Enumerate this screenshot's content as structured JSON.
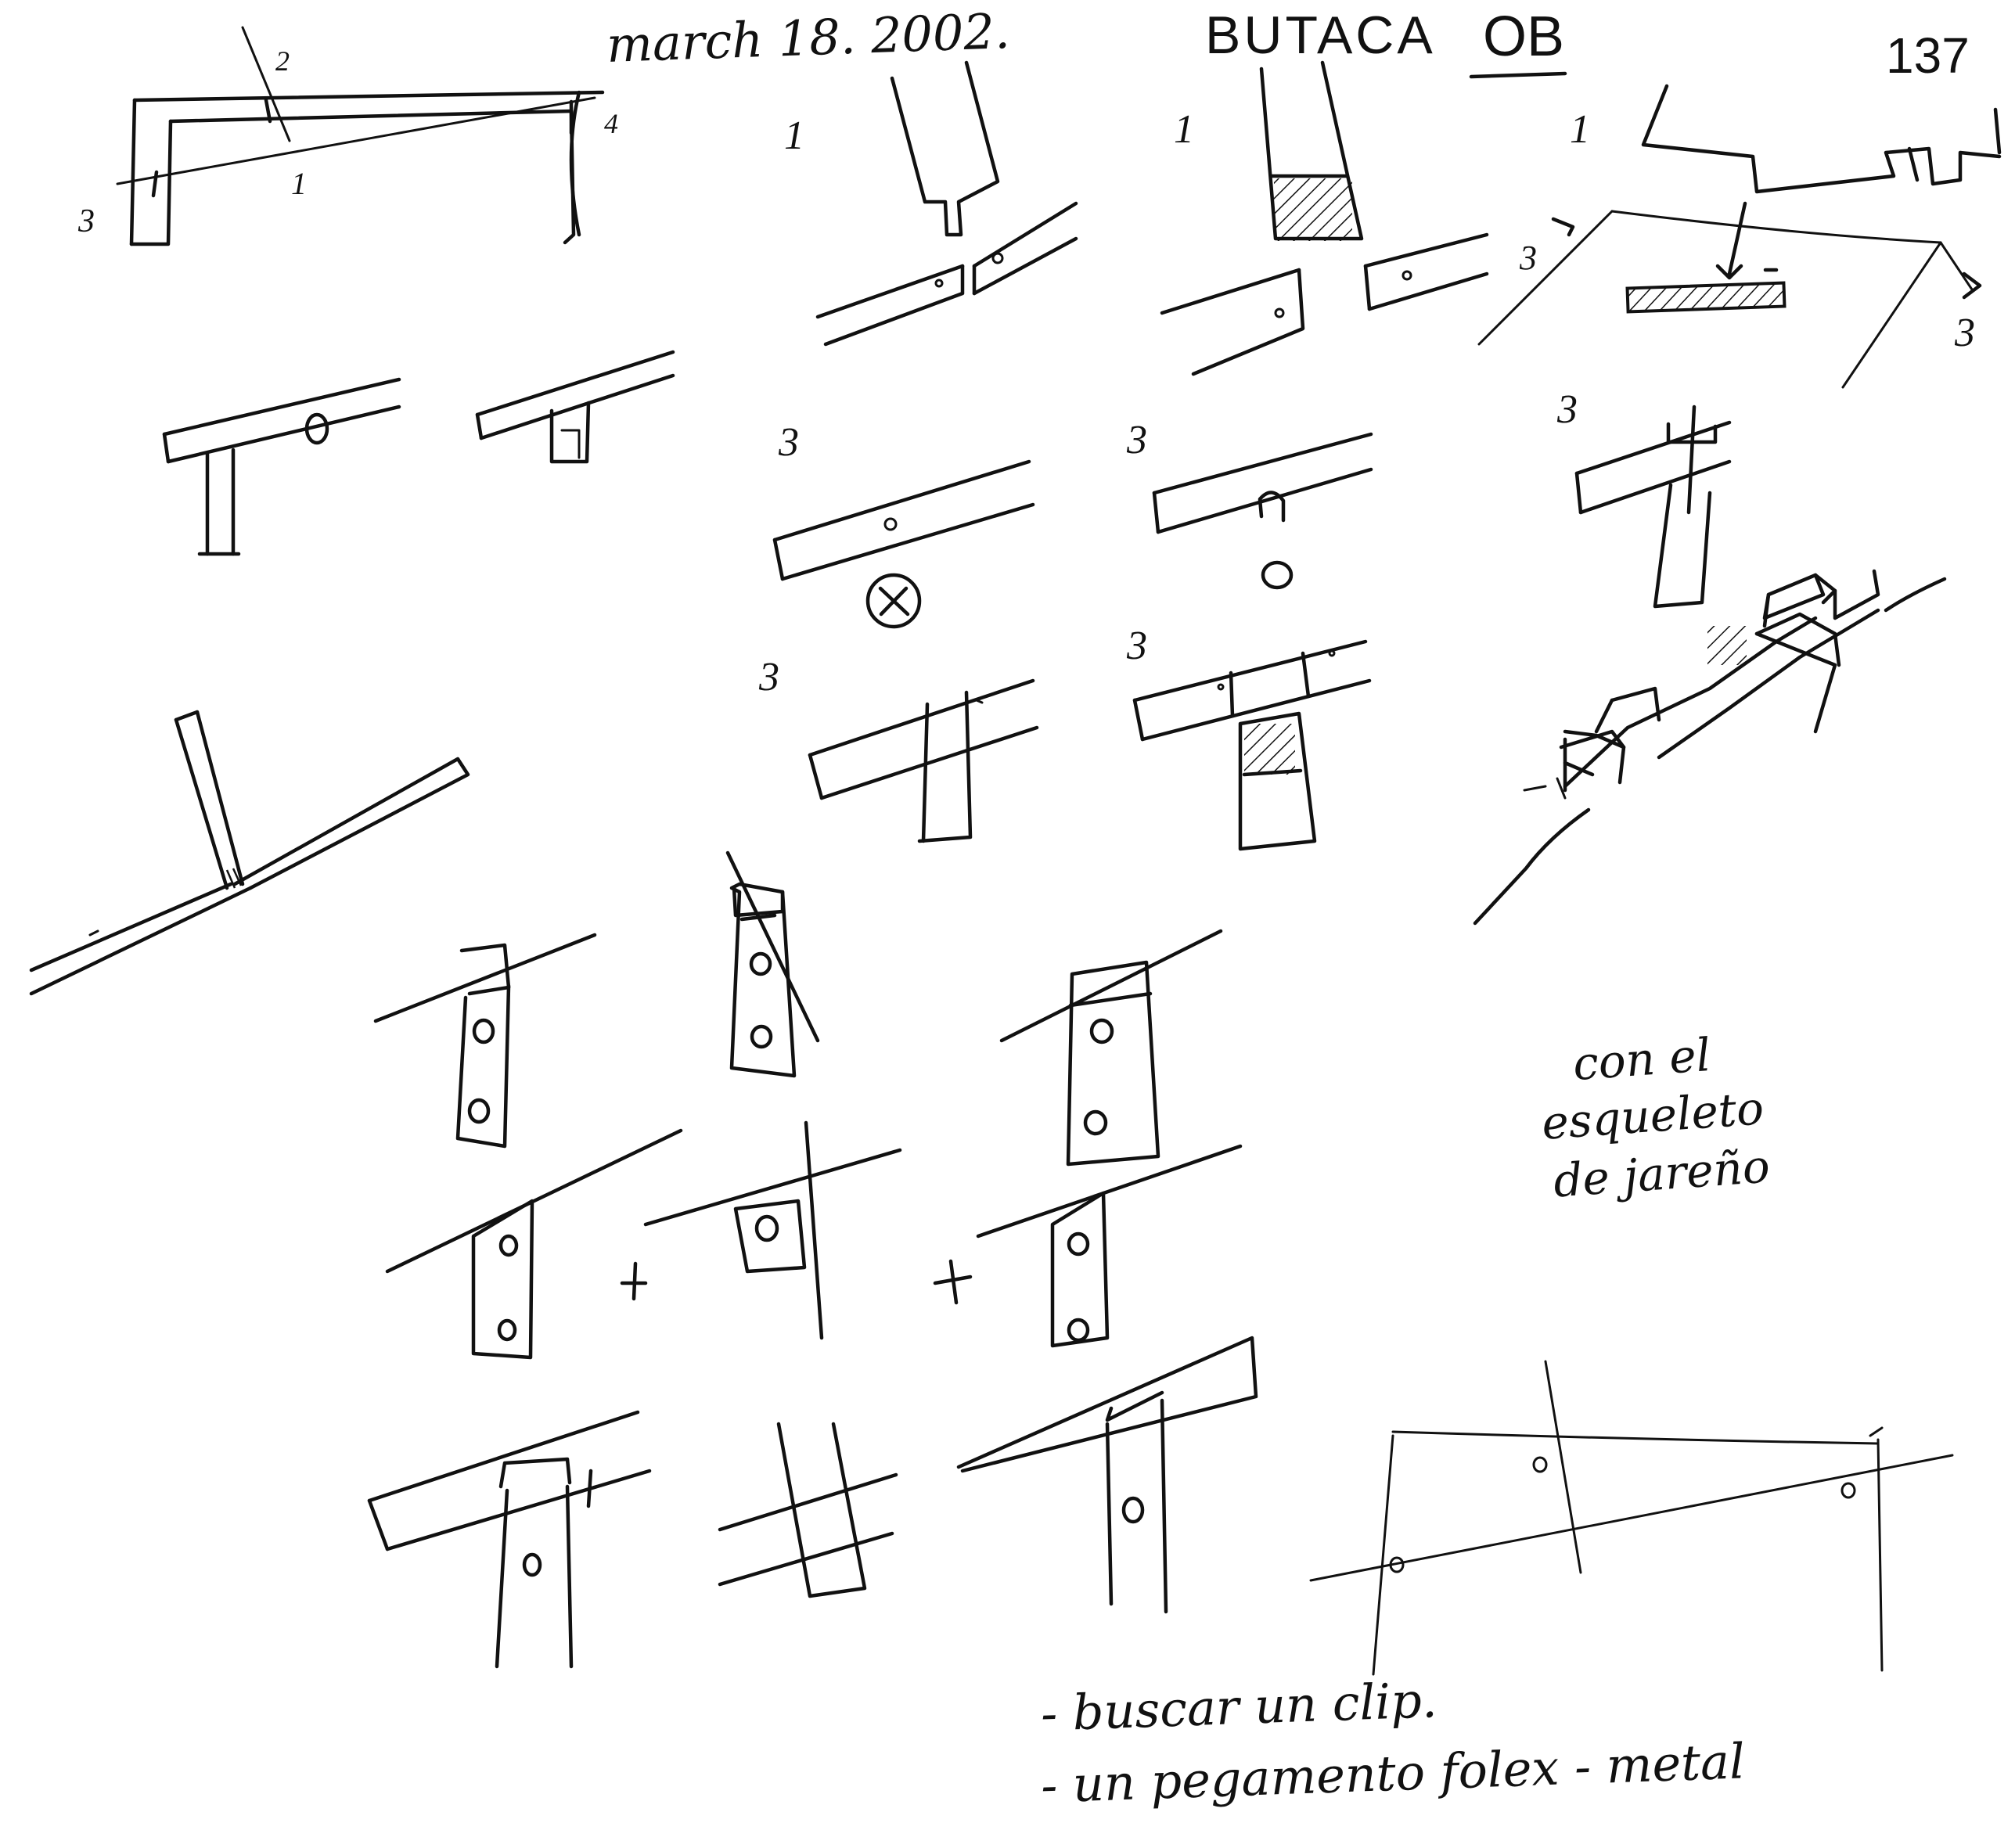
{
  "header": {
    "date": "march 18. 2002.",
    "title": "BUTACA",
    "code": "OB",
    "page_number": "137"
  },
  "labels": {
    "one": "1",
    "two": "2",
    "three": "3",
    "four": "4"
  },
  "notes": {
    "side_line1": "con el",
    "side_line2": "esqueleto",
    "side_line3": "de jareño",
    "bottom_line1": "- buscar un clip.",
    "bottom_line2": "- un pegamento folex - metal"
  }
}
